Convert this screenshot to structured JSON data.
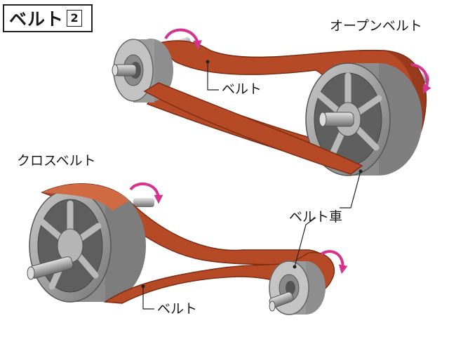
{
  "title": {
    "text": "ベルト",
    "number": "2"
  },
  "labels": {
    "open_belt": "オープンベルト",
    "cross_belt": "クロスベルト",
    "belt_top": "ベルト",
    "belt_bottom": "ベルト",
    "pulley": "ベルト車"
  },
  "colors": {
    "belt": "#b64a26",
    "belt_dark": "#7e2e15",
    "belt_light": "#cf6a42",
    "pulley": "#a7a7a7",
    "pulley_dark": "#6c6c6c",
    "pulley_light": "#d6d6d6",
    "arrow": "#d5338e"
  },
  "icons": [
    "rotation-arrow-icon"
  ]
}
